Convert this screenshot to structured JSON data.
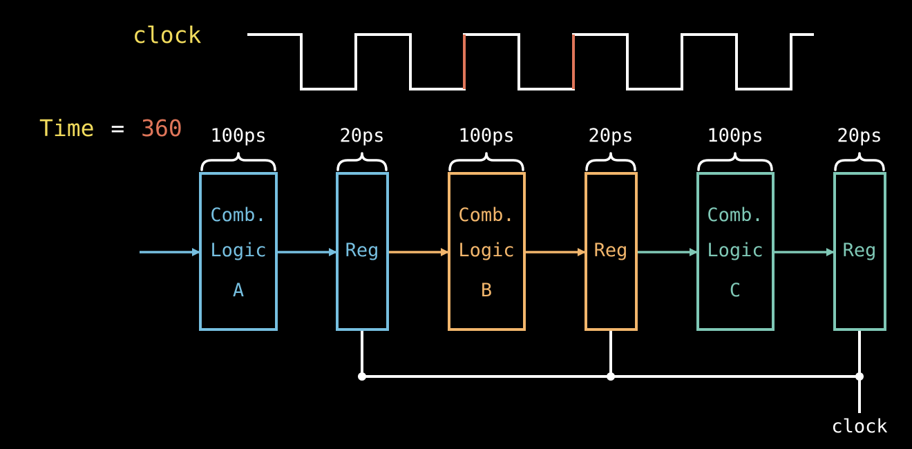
{
  "clock_label": "clock",
  "time": {
    "label": "Time",
    "equals": "=",
    "value": "360"
  },
  "colors": {
    "background": "#000000",
    "yellow": "#f2dc5d",
    "salmon": "#e0765a",
    "blue": "#76bfe0",
    "orange": "#f2b66c",
    "teal": "#7fc8b6",
    "white": "#ffffff"
  },
  "stages": [
    {
      "logic": {
        "lines": [
          "Comb.",
          "Logic",
          "A"
        ],
        "delay": "100ps"
      },
      "register": {
        "label": "Reg",
        "delay": "20ps"
      },
      "color": "#76bfe0"
    },
    {
      "logic": {
        "lines": [
          "Comb.",
          "Logic",
          "B"
        ],
        "delay": "100ps"
      },
      "register": {
        "label": "Reg",
        "delay": "20ps"
      },
      "color": "#f2b66c"
    },
    {
      "logic": {
        "lines": [
          "Comb.",
          "Logic",
          "C"
        ],
        "delay": "100ps"
      },
      "register": {
        "label": "Reg",
        "delay": "20ps"
      },
      "color": "#7fc8b6"
    }
  ],
  "bottom_clock_label": "clock",
  "clock_waveform": {
    "cycles": 5,
    "highlighted_rising_edges": [
      2,
      3
    ]
  }
}
